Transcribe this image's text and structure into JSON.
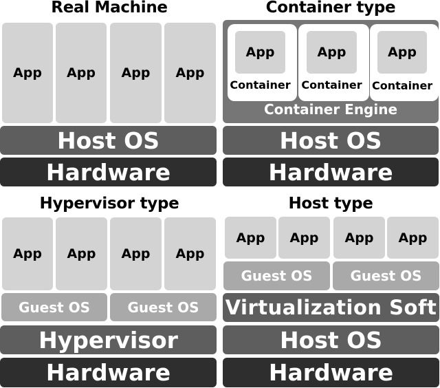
{
  "real_machine": {
    "title": "Real Machine",
    "apps": [
      "App",
      "App",
      "App",
      "App"
    ],
    "host_os": "Host OS",
    "hardware": "Hardware"
  },
  "container_type": {
    "title": "Container type",
    "containers": [
      {
        "app": "App",
        "label": "Container"
      },
      {
        "app": "App",
        "label": "Container"
      },
      {
        "app": "App",
        "label": "Container"
      }
    ],
    "engine": "Container Engine",
    "host_os": "Host OS",
    "hardware": "Hardware"
  },
  "hypervisor_type": {
    "title": "Hypervisor type",
    "apps": [
      "App",
      "App",
      "App",
      "App"
    ],
    "guest_os": [
      "Guest OS",
      "Guest OS"
    ],
    "hypervisor": "Hypervisor",
    "hardware": "Hardware"
  },
  "host_type": {
    "title": "Host type",
    "apps": [
      "App",
      "App",
      "App",
      "App"
    ],
    "guest_os": [
      "Guest OS",
      "Guest OS"
    ],
    "virtualization": "Virtualization Soft",
    "host_os": "Host OS",
    "hardware": "Hardware"
  }
}
